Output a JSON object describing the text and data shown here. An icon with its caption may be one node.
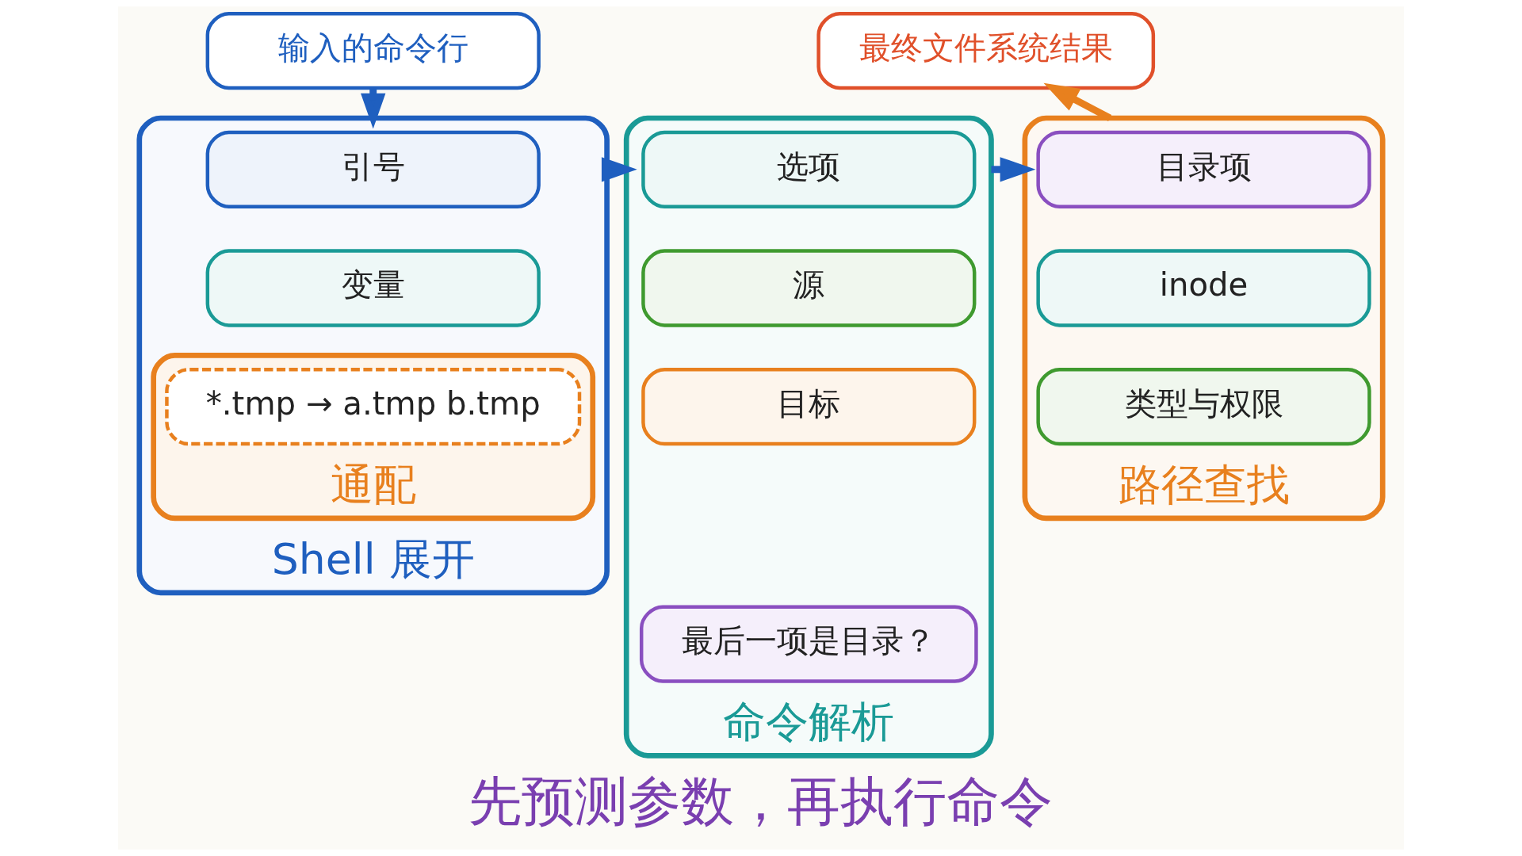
{
  "diagram": {
    "caption": "先预测参数，再执行命令",
    "nodes": [
      {
        "text": [
          "输入的命令行"
        ]
      },
      {
        "text": [
          "Shell 展开"
        ]
      },
      {
        "text": [
          "引号"
        ],
        "in": 1
      },
      {
        "text": [
          "变量"
        ],
        "in": 1
      },
      {
        "text": [
          "通配"
        ],
        "in": 1
      },
      {
        "text": [
          "*.tmp → a.tmp b.tmp"
        ],
        "in": 4
      },
      {
        "text": [
          "命令解析"
        ]
      },
      {
        "text": [
          "选项"
        ],
        "in": 6
      },
      {
        "text": [
          "源"
        ],
        "in": 6
      },
      {
        "text": [
          "目标"
        ],
        "in": 6
      },
      {
        "text": [
          "最后一项是目录？"
        ],
        "in": 6
      },
      {
        "text": [
          "路径查找"
        ]
      },
      {
        "text": [
          "目录项"
        ],
        "in": 11
      },
      {
        "text": [
          "inode"
        ],
        "in": 11
      },
      {
        "text": [
          "类型与权限"
        ],
        "in": 11
      },
      {
        "text": [
          "最终文件系统结果"
        ]
      }
    ],
    "edges": [
      {
        "from": 0,
        "to": 1,
        "arrow": "to"
      },
      {
        "from": 1,
        "to": 6,
        "arrow": "to"
      },
      {
        "from": 6,
        "to": 11,
        "arrow": "to"
      },
      {
        "from": 11,
        "to": 15,
        "arrow": "to",
        "color": "#e8801e"
      }
    ]
  }
}
